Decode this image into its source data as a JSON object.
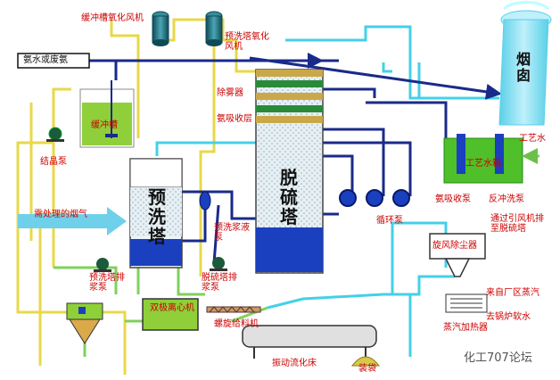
{
  "labels": {
    "buffer_tank_blower": "缓冲槽氧化风机",
    "prewash_blower": "预洗塔氧化风机",
    "ammonia_source": "氨水或废氨",
    "buffer_tank": "缓冲槽",
    "crystal_pump": "结晶泵",
    "demister": "除雾器",
    "ammonia_absorber": "氨吸收层",
    "chimney": "烟囱",
    "process_water": "工艺水",
    "process_water_tank": "工艺水箱",
    "ammonia_abs_pump": "氨吸收泵",
    "backwash_pump": "反冲洗泵",
    "flue_gas_in": "需处理的烟气",
    "prewash_tower": "预洗塔",
    "desulf_tower": "脱硫塔",
    "circ_pump": "循环泵",
    "prewash_slurry_pump": "预洗浆液泵",
    "prewash_discharge_pump": "预洗塔排浆泵",
    "desulf_discharge_pump": "脱硫塔排浆泵",
    "cyclone_dust": "旋风除尘器",
    "via_fan": "通过引风机排至脱硫塔",
    "centrifuge": "双极离心机",
    "screw_feeder": "螺旋给料机",
    "from_plant_steam": "来自厂区蒸汽",
    "to_boiler_water": "去锅炉软水",
    "steam_heater": "蒸汽加热器",
    "vibro_bed": "振动流化床",
    "bagging": "装袋",
    "watermark": "化工707论坛"
  },
  "colors": {
    "liquor_line": "#e8d84a",
    "water_line": "#44d0e8",
    "gas_line": "#1a2a8a",
    "slurry_line": "#9fdd7a",
    "green_line": "#7fd15c",
    "blue_liquid": "#1a3fbf",
    "green_tank": "#4fbf2a"
  }
}
